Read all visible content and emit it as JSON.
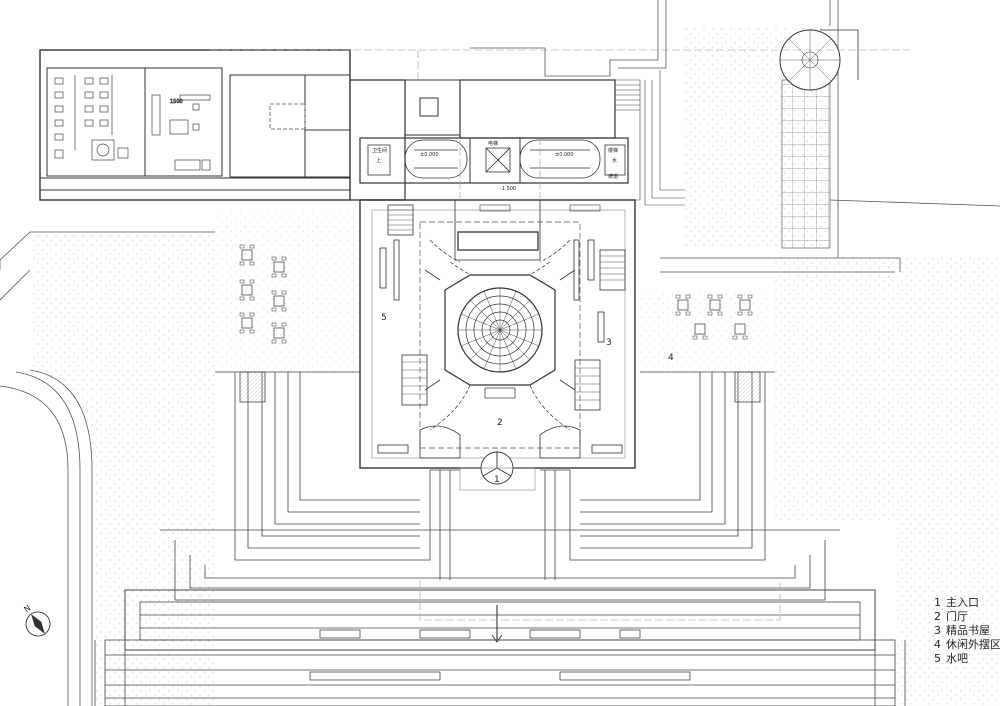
{
  "legend": {
    "items": [
      {
        "num": "1",
        "label": "主入口"
      },
      {
        "num": "2",
        "label": "门厅"
      },
      {
        "num": "3",
        "label": "精品书屋"
      },
      {
        "num": "4",
        "label": "休闲外摆区"
      },
      {
        "num": "5",
        "label": "水吧"
      }
    ]
  },
  "plan": {
    "area_labels": [
      "1",
      "2",
      "3",
      "4",
      "5"
    ],
    "north_label": "N",
    "annotations": {
      "room_dim": "1500",
      "level_left": "±0.000",
      "level_right": "-1.500",
      "level_mid": "±0.000",
      "ramp": "坡道",
      "stair_up": "上",
      "elev_label": "电梯",
      "wc_label": "卫生间",
      "stair_note": "楼梯",
      "water_label": "水"
    }
  },
  "colors": {
    "line": "#333333",
    "light": "#9a9a9a",
    "dot": "#bdbdbd"
  }
}
